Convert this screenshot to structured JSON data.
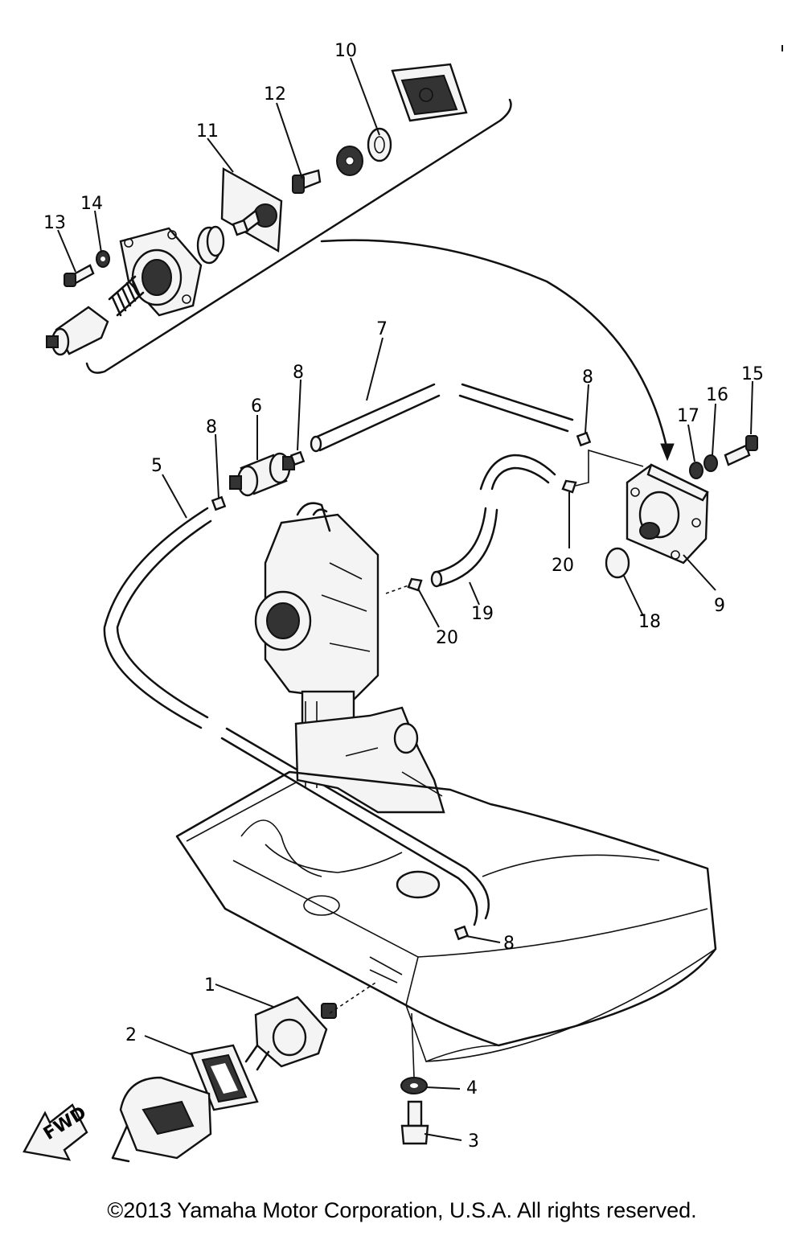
{
  "diagram": {
    "callouts": [
      {
        "id": "c10",
        "label": "10"
      },
      {
        "id": "c12",
        "label": "12"
      },
      {
        "id": "c11",
        "label": "11"
      },
      {
        "id": "c14",
        "label": "14"
      },
      {
        "id": "c13",
        "label": "13"
      },
      {
        "id": "c7",
        "label": "7"
      },
      {
        "id": "c8a",
        "label": "8"
      },
      {
        "id": "c6",
        "label": "6"
      },
      {
        "id": "c8b",
        "label": "8"
      },
      {
        "id": "c5",
        "label": "5"
      },
      {
        "id": "c8c",
        "label": "8"
      },
      {
        "id": "c15",
        "label": "15"
      },
      {
        "id": "c16",
        "label": "16"
      },
      {
        "id": "c17",
        "label": "17"
      },
      {
        "id": "c20a",
        "label": "20"
      },
      {
        "id": "c19",
        "label": "19"
      },
      {
        "id": "c20b",
        "label": "20"
      },
      {
        "id": "c18",
        "label": "18"
      },
      {
        "id": "c9",
        "label": "9"
      },
      {
        "id": "c8d",
        "label": "8"
      },
      {
        "id": "c1",
        "label": "1"
      },
      {
        "id": "c2",
        "label": "2"
      },
      {
        "id": "c4",
        "label": "4"
      },
      {
        "id": "c3",
        "label": "3"
      }
    ],
    "fwd_label": "FWD"
  },
  "footer": {
    "copyright": "©2013 Yamaha Motor Corporation, U.S.A. All rights reserved."
  }
}
